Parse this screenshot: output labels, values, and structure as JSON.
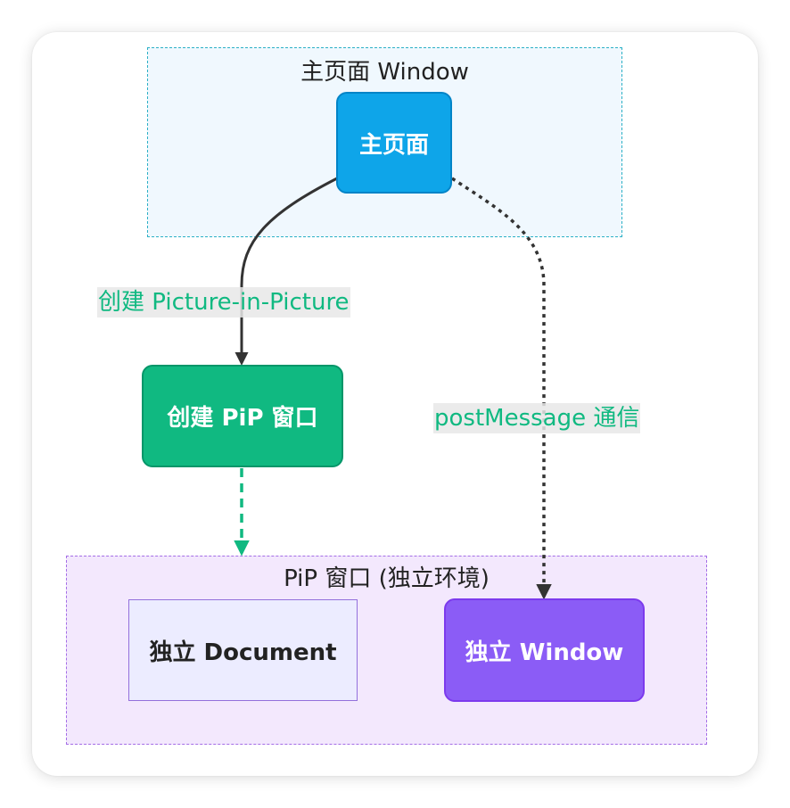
{
  "subgraphs": {
    "main_window": "主页面 Window",
    "pip_window": "PiP 窗口 (独立环境)"
  },
  "nodes": {
    "main_page": "主页面",
    "create_pip": "创建 PiP 窗口",
    "independent_document": "独立 Document",
    "independent_window": "独立 Window"
  },
  "edges": {
    "create_label": "创建 Picture-in-Picture",
    "post_message_label": "postMessage 通信"
  },
  "colors": {
    "main_node": "#0ea5e9",
    "create_node": "#10b981",
    "window_node": "#8b5cf6",
    "edge_label_text": "#10b981"
  }
}
